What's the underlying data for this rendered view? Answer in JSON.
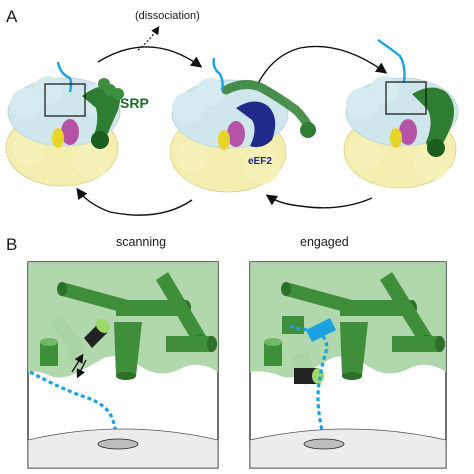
{
  "panel_a": {
    "letter": "A",
    "dissociation_label": "(dissociation)",
    "srp_label": "SRP",
    "eef2_label": "eEF2"
  },
  "panel_b": {
    "letter": "B",
    "scanning_label": "scanning",
    "engaged_label": "engaged"
  },
  "colors": {
    "ribosome_large": "#cfe6ec",
    "ribosome_small": "#f4efb0",
    "srp_green": "#2e7d32",
    "srp_dark": "#1b5e20",
    "nascent_chain": "#1aa3e0",
    "eef2_blue": "#1f2a8a",
    "magenta": "#b0399a",
    "yellow": "#e8d52a",
    "cylinder_green": "#3f8f3a",
    "membrane_gray": "#ececec"
  }
}
